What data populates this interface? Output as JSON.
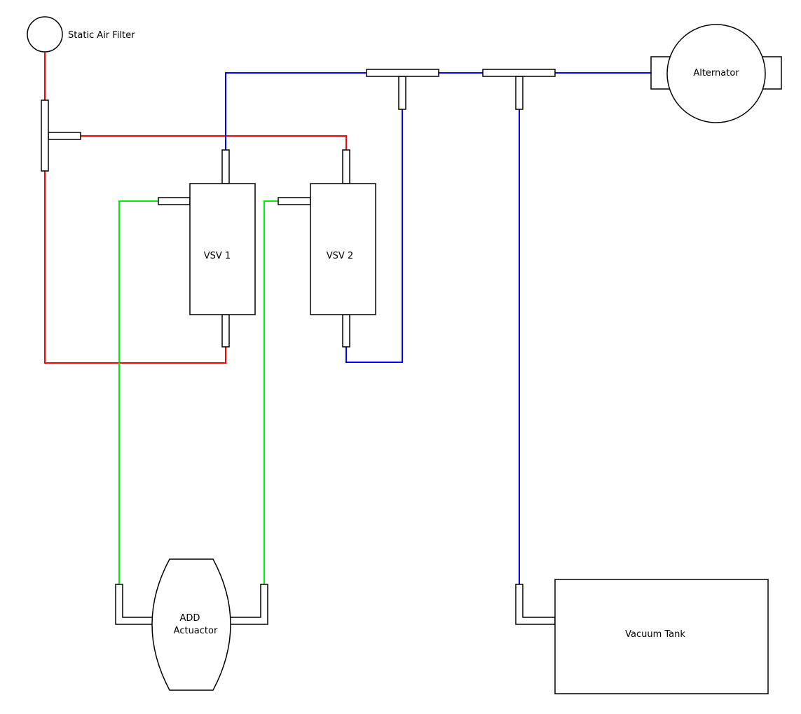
{
  "labels": {
    "static_air_filter": "Static Air Filter",
    "alternator": "Alternator",
    "vsv1": "VSV 1",
    "vsv2": "VSV 2",
    "add_actuator_line1": "ADD",
    "add_actuator_line2": "Actuactor",
    "vacuum_tank": "Vacuum Tank"
  },
  "colors": {
    "atmospheric_line": "#ff0000",
    "vacuum_line": "#0000ff",
    "actuator_line": "#00ee00",
    "component_outline": "#000000"
  }
}
